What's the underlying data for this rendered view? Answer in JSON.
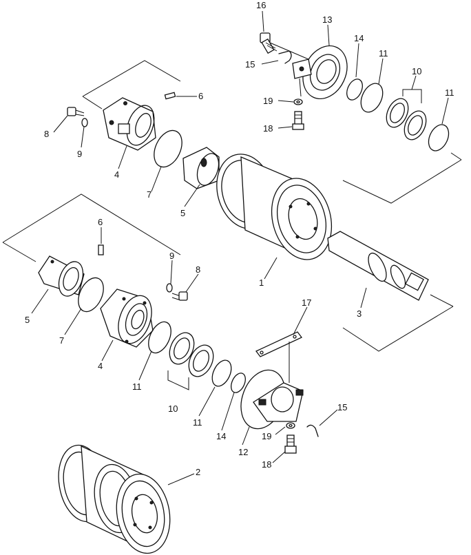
{
  "callouts": [
    {
      "id": "c16",
      "text": "16"
    },
    {
      "id": "c13",
      "text": "13"
    },
    {
      "id": "c14a",
      "text": "14"
    },
    {
      "id": "c11a",
      "text": "11"
    },
    {
      "id": "c10a",
      "text": "10"
    },
    {
      "id": "c11b",
      "text": "11"
    },
    {
      "id": "c15a",
      "text": "15"
    },
    {
      "id": "c19a",
      "text": "19"
    },
    {
      "id": "c18a",
      "text": "18"
    },
    {
      "id": "c6a",
      "text": "6"
    },
    {
      "id": "c8a",
      "text": "8"
    },
    {
      "id": "c9a",
      "text": "9"
    },
    {
      "id": "c4a",
      "text": "4"
    },
    {
      "id": "c7a",
      "text": "7"
    },
    {
      "id": "c5a",
      "text": "5"
    },
    {
      "id": "c1",
      "text": "1"
    },
    {
      "id": "c3",
      "text": "3"
    },
    {
      "id": "c6b",
      "text": "6"
    },
    {
      "id": "c9b",
      "text": "9"
    },
    {
      "id": "c8b",
      "text": "8"
    },
    {
      "id": "c5b",
      "text": "5"
    },
    {
      "id": "c7b",
      "text": "7"
    },
    {
      "id": "c4b",
      "text": "4"
    },
    {
      "id": "c11c",
      "text": "11"
    },
    {
      "id": "c10b",
      "text": "10"
    },
    {
      "id": "c11d",
      "text": "11"
    },
    {
      "id": "c14b",
      "text": "14"
    },
    {
      "id": "c12",
      "text": "12"
    },
    {
      "id": "c17",
      "text": "17"
    },
    {
      "id": "c15b",
      "text": "15"
    },
    {
      "id": "c19b",
      "text": "19"
    },
    {
      "id": "c18b",
      "text": "18"
    },
    {
      "id": "c2",
      "text": "2"
    }
  ]
}
